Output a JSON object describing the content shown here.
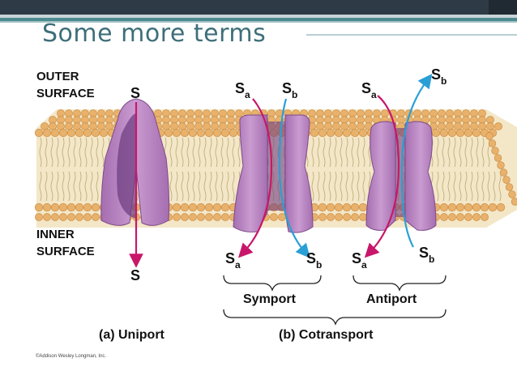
{
  "slide": {
    "title": "Some more terms"
  },
  "labels": {
    "outer_1": "OUTER",
    "outer_2": "SURFACE",
    "inner_1": "INNER",
    "inner_2": "SURFACE",
    "s_top": "S",
    "s_bottom": "S",
    "sa_sym_top": "S",
    "sa_sym_top_sub": "a",
    "sb_sym_top": "S",
    "sb_sym_top_sub": "b",
    "sa_sym_bot": "S",
    "sa_sym_bot_sub": "a",
    "sb_sym_bot": "S",
    "sb_sym_bot_sub": "b",
    "sa_anti_top": "S",
    "sa_anti_top_sub": "a",
    "sb_anti_top": "S",
    "sb_anti_top_sub": "b",
    "sa_anti_bot": "S",
    "sa_anti_bot_sub": "a",
    "sb_anti_bot": "S",
    "sb_anti_bot_sub": "b",
    "symport": "Symport",
    "antiport": "Antiport",
    "uniport": "(a) Uniport",
    "cotransport": "(b) Cotransport",
    "copyright": "©Addison Wesley Longman, Inc."
  },
  "colors": {
    "head": "#e8b16c",
    "tail": "#d9cba0",
    "protein": "#b77fbf",
    "protein_dark": "#6f3f82",
    "arrow_sa": "#c8176a",
    "arrow_sb": "#2a9fd6"
  }
}
